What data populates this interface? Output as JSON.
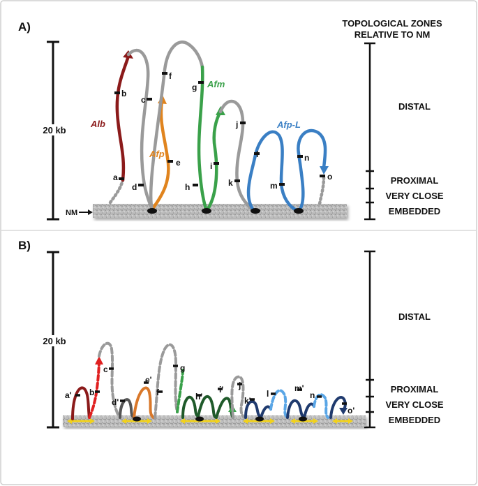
{
  "panel_a": {
    "label": "A)",
    "scale_label": "20 kb",
    "nm_label": "NM",
    "zones_header_1": "TOPOLOGICAL ZONES",
    "zones_header_2": "RELATIVE TO NM",
    "zones": [
      "DISTAL",
      "PROXIMAL",
      "VERY CLOSE",
      "EMBEDDED"
    ],
    "genes": [
      {
        "name": "Alb",
        "color": "#8b1a1a"
      },
      {
        "name": "Afp",
        "color": "#e0841e"
      },
      {
        "name": "Afm",
        "color": "#3aa14a"
      },
      {
        "name": "Afp-L",
        "color": "#3a7fc4"
      }
    ],
    "points": [
      "a",
      "b",
      "c",
      "d",
      "e",
      "f",
      "g",
      "h",
      "i",
      "j",
      "k",
      "l",
      "m",
      "n",
      "o"
    ]
  },
  "panel_b": {
    "label": "B)",
    "scale_label": "20 kb",
    "zones": [
      "DISTAL",
      "PROXIMAL",
      "VERY CLOSE",
      "EMBEDDED"
    ],
    "points": [
      "a'",
      "b",
      "c",
      "d'",
      "e'",
      "f",
      "g",
      "h'",
      "i'",
      "j",
      "k'",
      "l",
      "m'",
      "n",
      "o'"
    ]
  },
  "colors": {
    "alb": "#8b1a1a",
    "afp": "#e0841e",
    "afm": "#3aa14a",
    "afpl": "#3a7fc4",
    "gray_loop": "#9a9a9a",
    "matrix": "#b8b8b8",
    "arrow_yellow": "#f2d21b",
    "dark_green": "#1f5a2a",
    "dark_blue": "#1f3a6e"
  }
}
